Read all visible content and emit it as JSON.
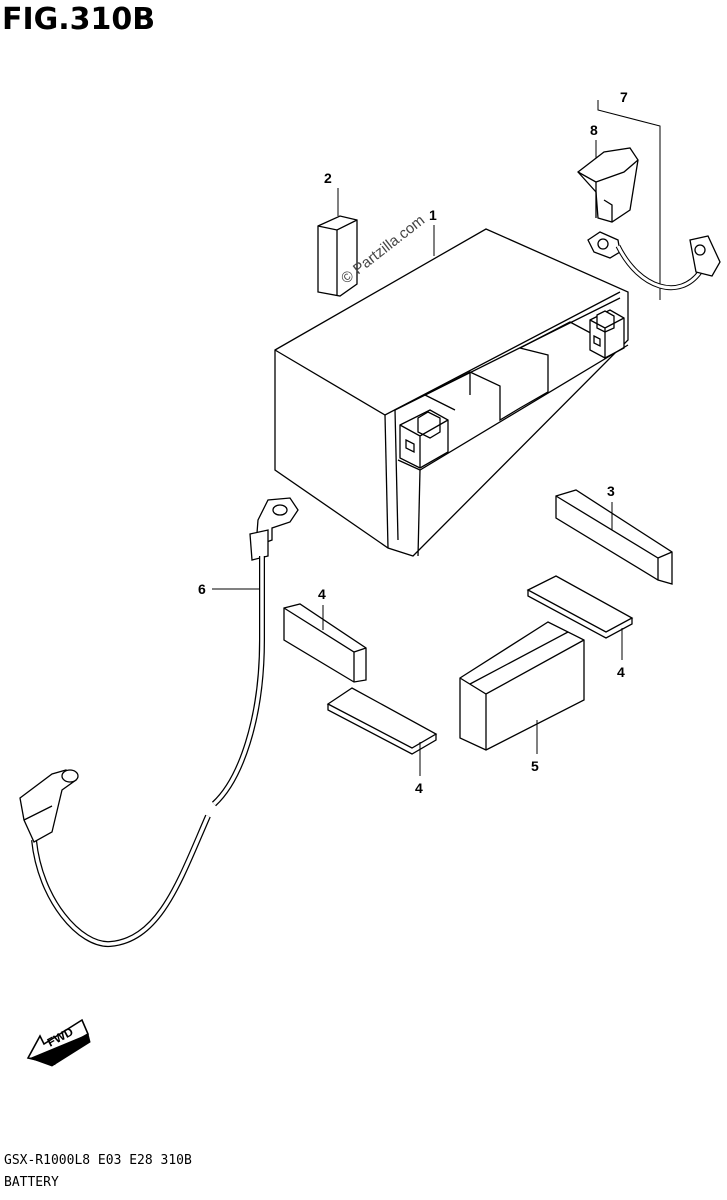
{
  "figure": {
    "title": "FIG.310B",
    "footer_code": "GSX-R1000L8  E03  E28  310B",
    "footer_name": "BATTERY",
    "watermark": "© Partzilla.com",
    "fwd_label": "FWD"
  },
  "callouts": [
    {
      "id": "1",
      "label": "1"
    },
    {
      "id": "2",
      "label": "2"
    },
    {
      "id": "3",
      "label": "3"
    },
    {
      "id": "4a",
      "label": "4"
    },
    {
      "id": "4b",
      "label": "4"
    },
    {
      "id": "4c",
      "label": "4"
    },
    {
      "id": "5",
      "label": "5"
    },
    {
      "id": "6",
      "label": "6"
    },
    {
      "id": "7",
      "label": "7"
    },
    {
      "id": "8",
      "label": "8"
    }
  ]
}
